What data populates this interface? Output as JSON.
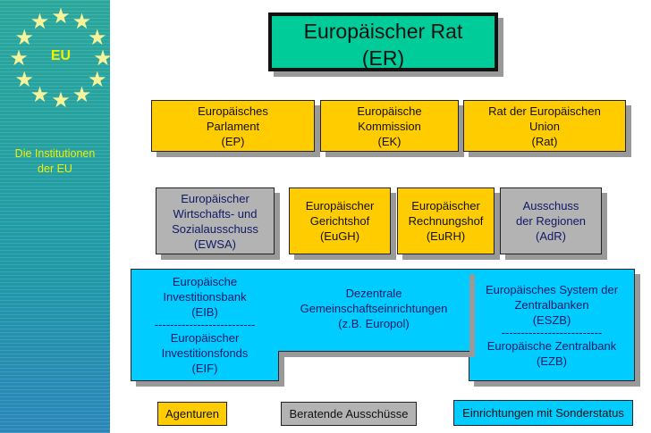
{
  "sidebar": {
    "logo_text": "EU",
    "title_line1": "Die Institutionen",
    "title_line2": "der EU",
    "star_glyph": "★"
  },
  "council": {
    "line1": "Europäischer Rat",
    "line2": "(ER)"
  },
  "row1": [
    {
      "lines": [
        "Europäisches",
        "Parlament",
        "(EP)"
      ]
    },
    {
      "lines": [
        "Europäische",
        "Kommission",
        "(EK)"
      ]
    },
    {
      "lines": [
        "Rat der Europäischen",
        "Union",
        "(Rat)"
      ]
    }
  ],
  "row2": [
    {
      "lines": [
        "Europäischer",
        "Wirtschafts- und",
        "Sozialausschuss",
        "(EWSA)"
      ]
    },
    {
      "lines": [
        "Europäischer",
        "Gerichtshof",
        "(EuGH)"
      ]
    },
    {
      "lines": [
        "Europäischer",
        "Rechnungshof",
        "(EuRH)"
      ]
    },
    {
      "lines": [
        "Ausschuss",
        "der Regionen",
        "(AdR)"
      ]
    }
  ],
  "row3": [
    {
      "lines": [
        "Europäische",
        "Investitionsbank",
        "(EIB)",
        "--------------------------",
        "Europäischer",
        "Investitionsfonds",
        "(EIF)"
      ]
    },
    {
      "lines": [
        "Dezentrale",
        "Gemeinschaftseinrichtungen",
        "(z.B. Europol)"
      ]
    },
    {
      "lines": [
        "Europäisches System der",
        "Zentralbanken",
        "(ESZB)",
        "--------------------------",
        "Europäische Zentralbank",
        "(EZB)"
      ]
    }
  ],
  "legend": {
    "agencies": "Agenturen",
    "advisory": "Beratende Ausschüsse",
    "special": "Einrichtungen mit Sonderstatus"
  },
  "colors": {
    "yellow": "#ffcc00",
    "grey": "#b3b3b3",
    "blue": "#00ccff",
    "green": "#00cc99"
  }
}
